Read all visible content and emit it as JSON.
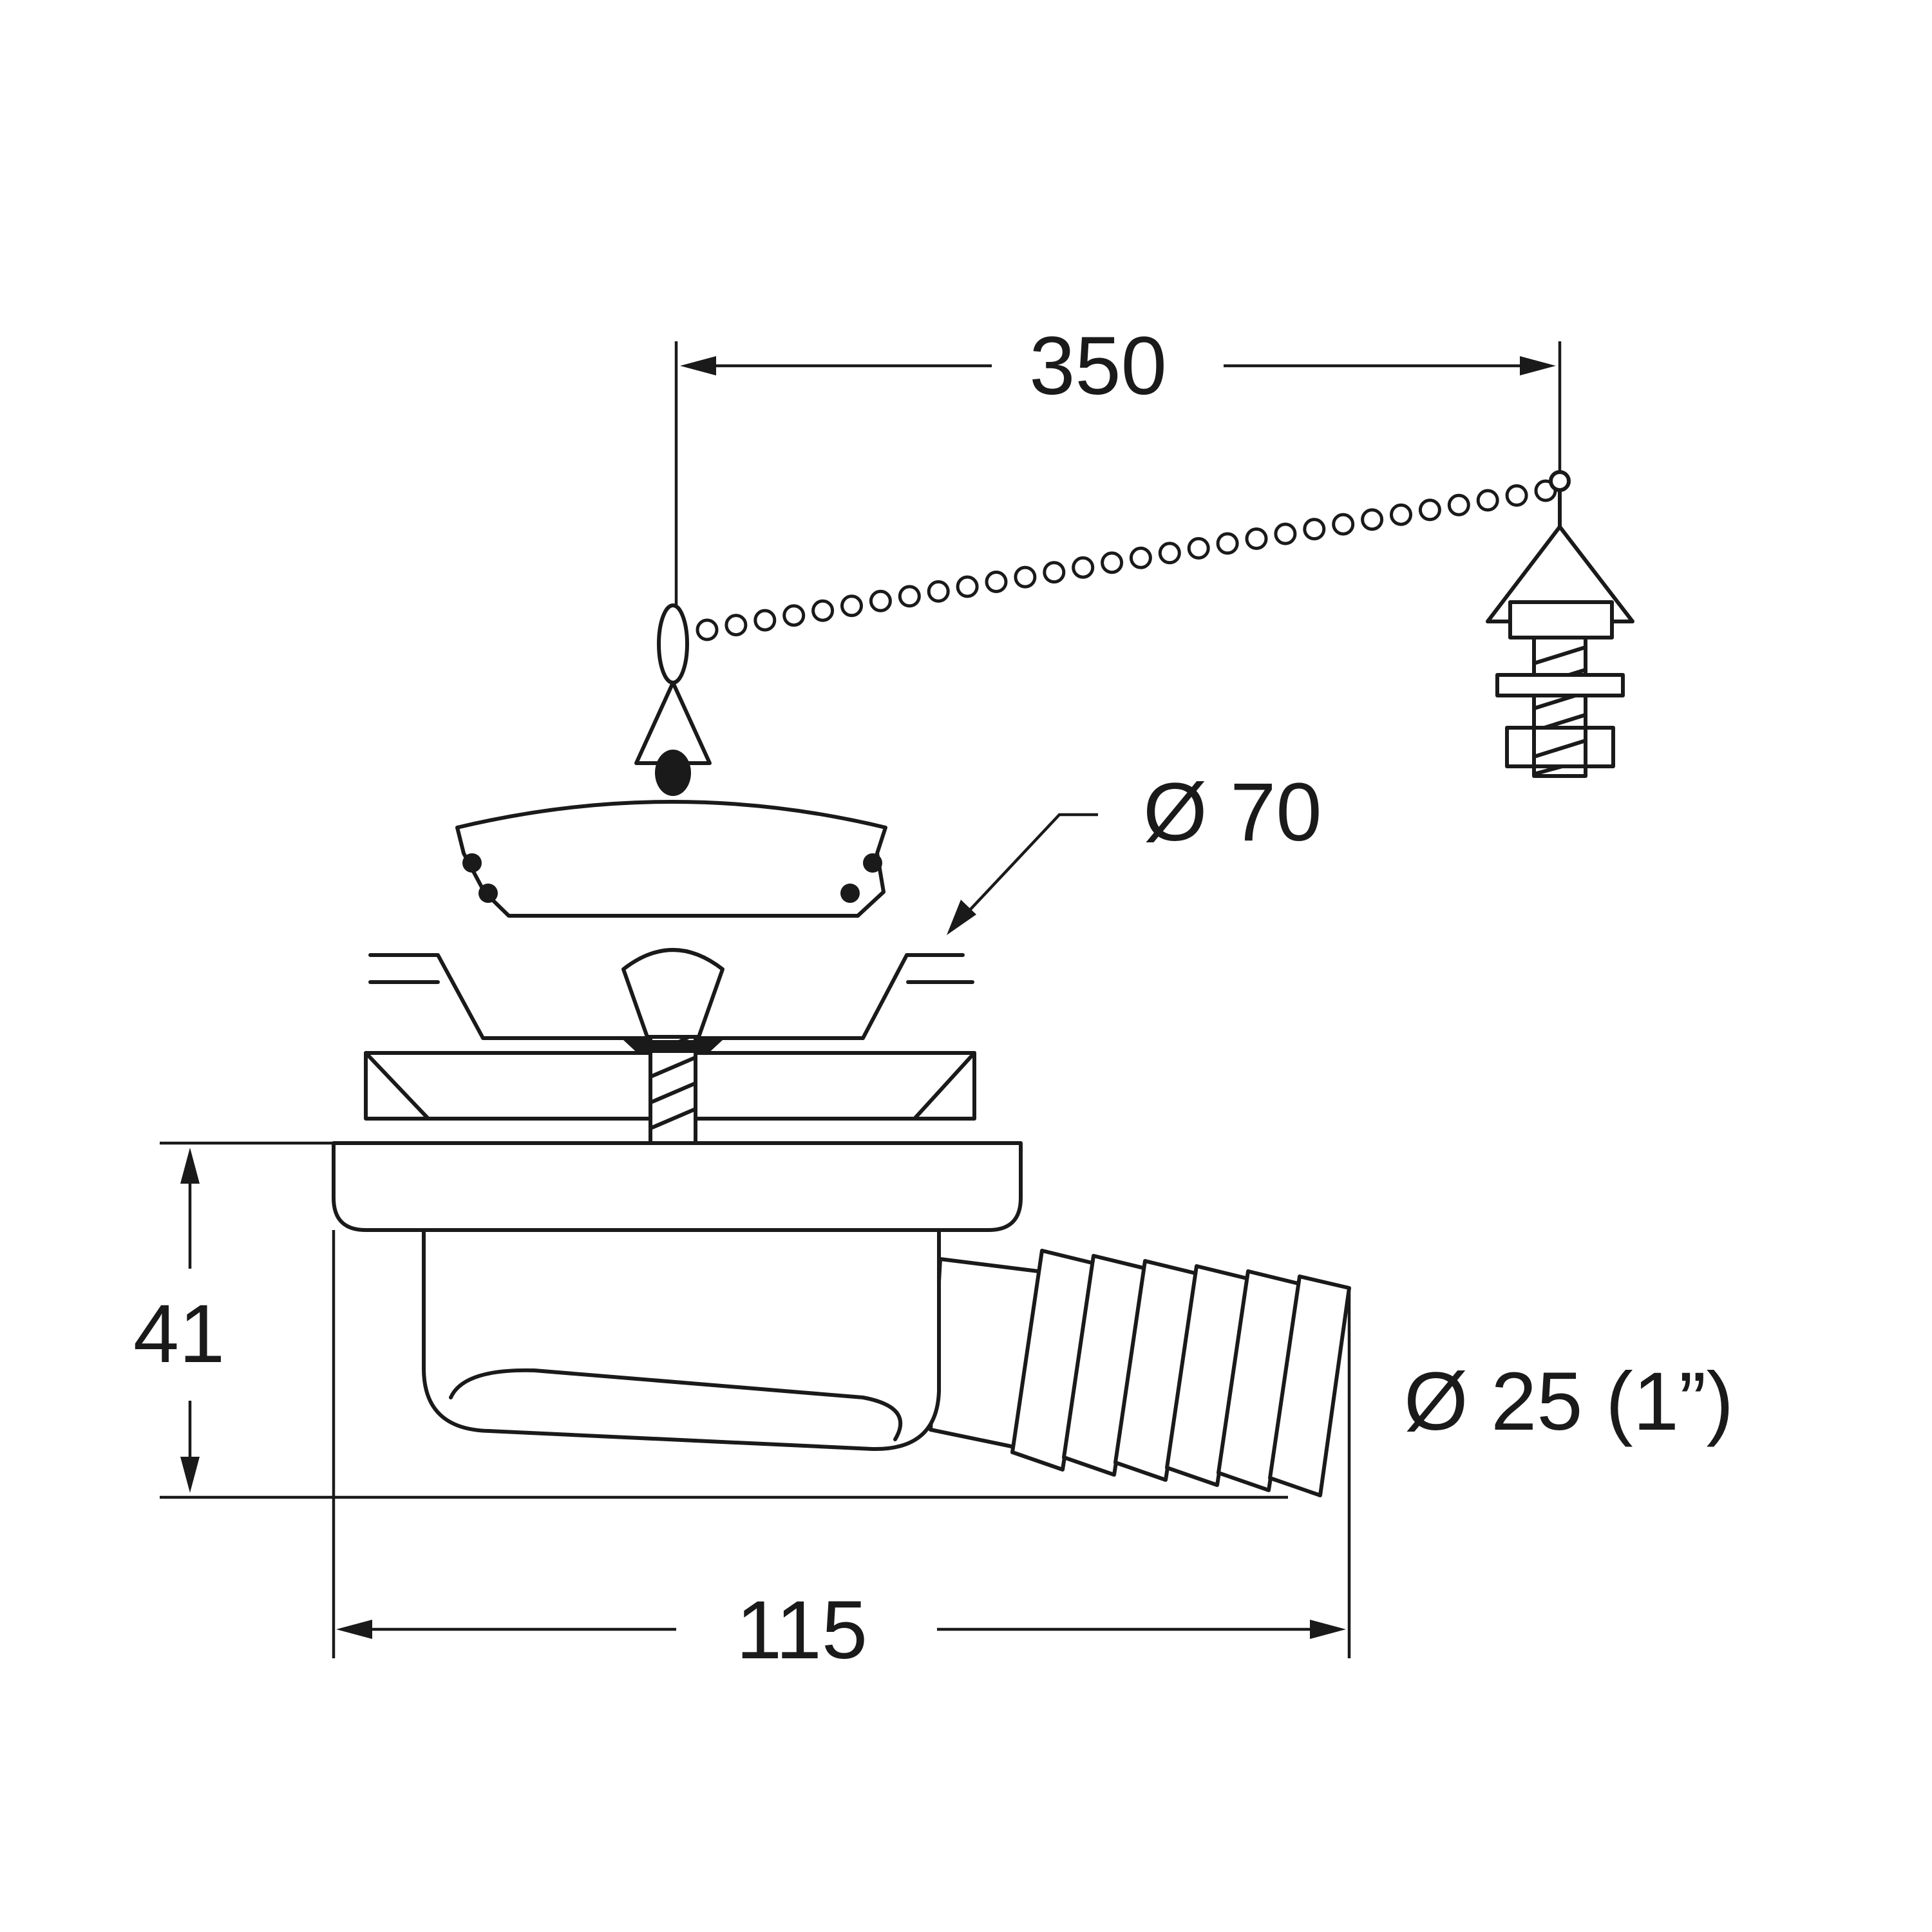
{
  "diagram": {
    "dimensions": {
      "chain_length": "350",
      "strainer_diameter": "Ø 70",
      "height": "41",
      "outlet_diameter": "Ø 25 (1”)",
      "length": "115"
    },
    "colors": {
      "line": "#1a1a1a",
      "background": "#ffffff"
    }
  }
}
